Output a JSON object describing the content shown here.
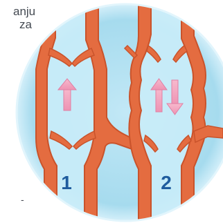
{
  "side_text": [
    "anju",
    "za",
    "",
    "-"
  ],
  "panels": [
    {
      "number": "1",
      "state": "valve closed, one-way flow",
      "arrows": [
        "up"
      ]
    },
    {
      "number": "2",
      "state": "valve incompetent, reflux",
      "arrows": [
        "up",
        "down"
      ]
    }
  ],
  "colors": {
    "circle_bg": "#a9dcef",
    "circle_edge": "#dff3fb",
    "vein_wall": "#e06a3f",
    "vein_wall_dark": "#c8522c",
    "lumen": "#bfe8f6",
    "arrow": "#f2a6bf",
    "number": "#1f5c9e"
  }
}
